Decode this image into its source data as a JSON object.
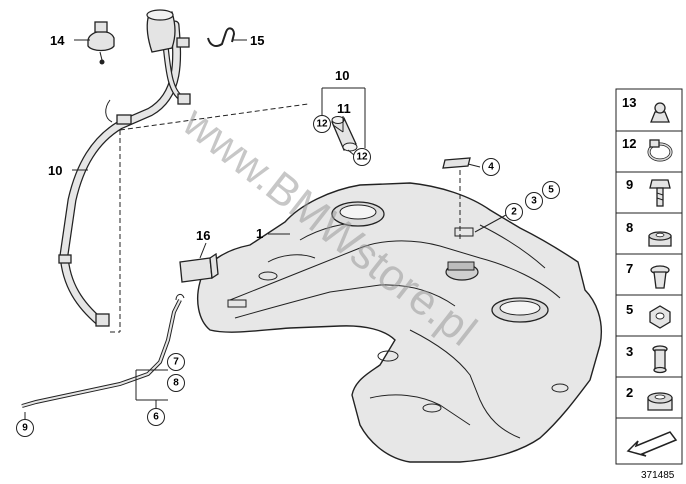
{
  "watermark": "www.BMWstore.pl",
  "diagram_number": "371485",
  "callouts": {
    "c14": "14",
    "c15": "15",
    "c10a": "10",
    "c10b": "10",
    "c11": "11",
    "c12a": "12",
    "c12b": "12",
    "c4": "4",
    "c2": "2",
    "c3": "3",
    "c5": "5",
    "c1": "1",
    "c16": "16",
    "c7": "7",
    "c8": "8",
    "c6": "6",
    "c9": "9"
  },
  "parts_panel": [
    {
      "label": "13",
      "icon": "push-nut-icon"
    },
    {
      "label": "12",
      "icon": "hose-clamp-icon"
    },
    {
      "label": "9",
      "icon": "hex-bolt-icon"
    },
    {
      "label": "8",
      "icon": "rubber-grommet-icon"
    },
    {
      "label": "7",
      "icon": "plastic-rivet-icon"
    },
    {
      "label": "5",
      "icon": "hex-nut-icon"
    },
    {
      "label": "3",
      "icon": "expanding-rivet-icon"
    },
    {
      "label": "2",
      "icon": "rubber-mount-icon"
    }
  ]
}
